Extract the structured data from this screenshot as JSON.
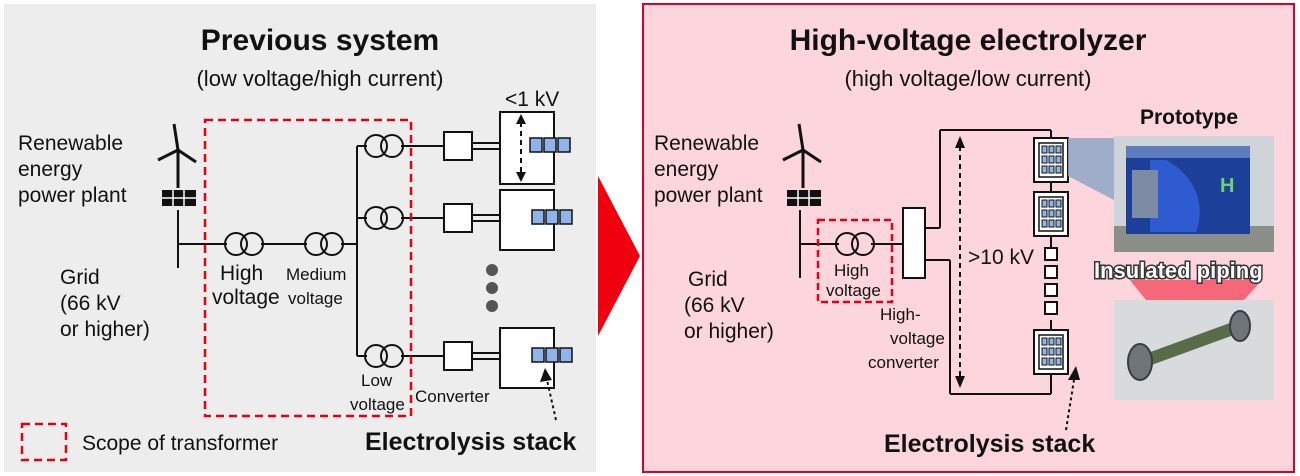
{
  "left_panel": {
    "title": "Previous system",
    "subtitle": "(low voltage/high current)",
    "source_label": [
      "Renewable",
      "energy",
      "power plant"
    ],
    "grid_label": [
      "Grid",
      "(66 kV",
      "or higher)"
    ],
    "high_voltage_label": [
      "High",
      "voltage"
    ],
    "medium_voltage_label": [
      "Medium",
      "voltage"
    ],
    "low_voltage_label": [
      "Low",
      "voltage"
    ],
    "converter_label": "Converter",
    "kv_label": "<1 kV",
    "stack_label": "Electrolysis stack",
    "legend_label": "Scope of transformer"
  },
  "right_panel": {
    "title": "High-voltage electrolyzer",
    "subtitle": "(high voltage/low current)",
    "source_label": [
      "Renewable",
      "energy",
      "power plant"
    ],
    "grid_label": [
      "Grid",
      "(66 kV",
      "or higher)"
    ],
    "high_voltage_label": [
      "High",
      "voltage"
    ],
    "converter_label": [
      "High-",
      "voltage",
      "converter"
    ],
    "kv_label": ">10 kV",
    "prototype_label": "Prototype",
    "photo_logo": "H",
    "piping_label": "Insulated piping",
    "stack_label": "Electrolysis stack"
  },
  "colors": {
    "left_bg": "#ededed",
    "right_bg": "#fdd5dc",
    "right_border": "#d9002b",
    "arrow": "#f0000f",
    "transformer_scope": "#e60012",
    "stack_cell": "#8fb4ec"
  }
}
